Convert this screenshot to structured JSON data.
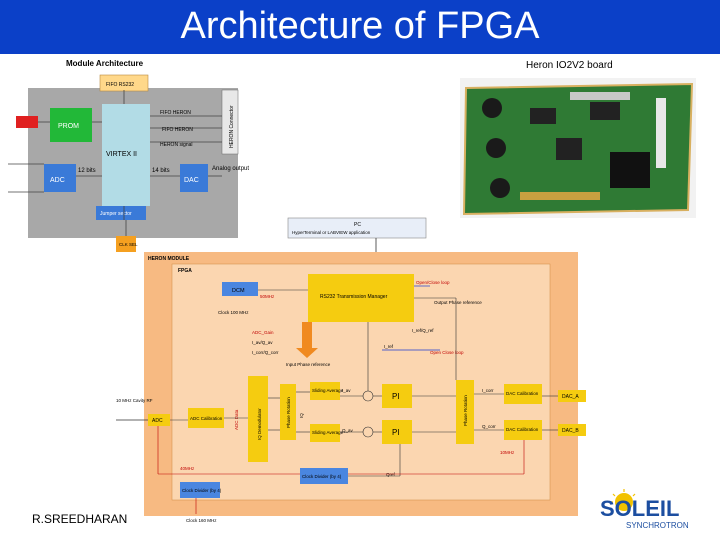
{
  "slide": {
    "title": "Architecture of FPGA",
    "board_caption": "Heron IO2V2 board",
    "footer_author": "R.SREEDHARAN"
  },
  "module_arch": {
    "heading": "Module Architecture",
    "blocks": {
      "fifo_top": "FIFO RS232",
      "prom": "PROM",
      "virtex": "VIRTEX II",
      "adc": "ADC",
      "dac": "DAC",
      "heron_connector": "HERON Connector",
      "jumper": "Jumper sector",
      "clk": "CLK SEL"
    },
    "labels": {
      "fifo_to_heron": "FIFO HERON",
      "fifo_from_heron": "FIFO HERON",
      "heron_signal": "HERON signal",
      "bits_12": "12 bits",
      "bits_14": "14 bits",
      "analog_output": "Analog output"
    }
  },
  "heron_diagram": {
    "pc_title": "PC",
    "pc_subtitle": "HyperTerminal or LABVIEW application",
    "module_label": "HERON MODULE",
    "fpga_label": "FPGA",
    "dcm": "DCM",
    "rs232": "RS232 Transmission Manager",
    "open_close_loop": "Open/Close loop",
    "output_phase_ref": "Output Phase reference",
    "i_ref_q_ref": "I_ref/Q_ref",
    "i_ref": "I_ref",
    "open_close_loop2": "Open Close loop",
    "adc_gain": "ADC_Gain",
    "i_av_q_av": "I_av/Q_av",
    "i_corr_q_corr": "I_corr/Q_corr",
    "input_phase_ref": "Input Phase reference",
    "clock_50": "50MHz",
    "clock_100": "Clock 100 MHz",
    "rf_in": "10 MHz Cavity RF",
    "adc": "ADC",
    "adc_cal": "ADC Calibration",
    "adc_data": "ADC Data",
    "iq_demod": "IQ Demodulator",
    "phase_rot1": "Phase Rotation",
    "iq_lbl": "IQ",
    "sliding1": "Sliding Average",
    "sliding2": "Sliding Average",
    "i_av": "I_av",
    "q_av": "Q_av",
    "pi1": "PI",
    "pi2": "PI",
    "phase_rot2": "Phase Rotation",
    "i_corr": "I_corr",
    "q_corr": "Q_corr",
    "dac_cal1": "DAC Calibration",
    "dac_cal2": "DAC Calibration",
    "dac_a": "DAC_A",
    "dac_b": "DAC_B",
    "mhz_10": "10MHz",
    "mhz_40": "40MHz",
    "clock_divider1": "Clock Divider (by 4)",
    "clock_divider2": "Clock Divider (by 4)",
    "qref": "Qref",
    "clock_160": "Clock 160 MHz"
  },
  "logo": {
    "name": "SOLEIL",
    "subtitle": "SYNCHROTRON"
  },
  "colors": {
    "title_bar": "#0b40c8",
    "heron_bg": "#f7ba82",
    "fpga_bg": "#fbd6b0",
    "yellow_block": "#f5cc10",
    "blue_block": "#4a86e0",
    "arch_bg": "#a8a8a8",
    "green": "#2ec43a",
    "logo_blue": "#1c4ea0",
    "logo_yellow": "#f2c200"
  }
}
